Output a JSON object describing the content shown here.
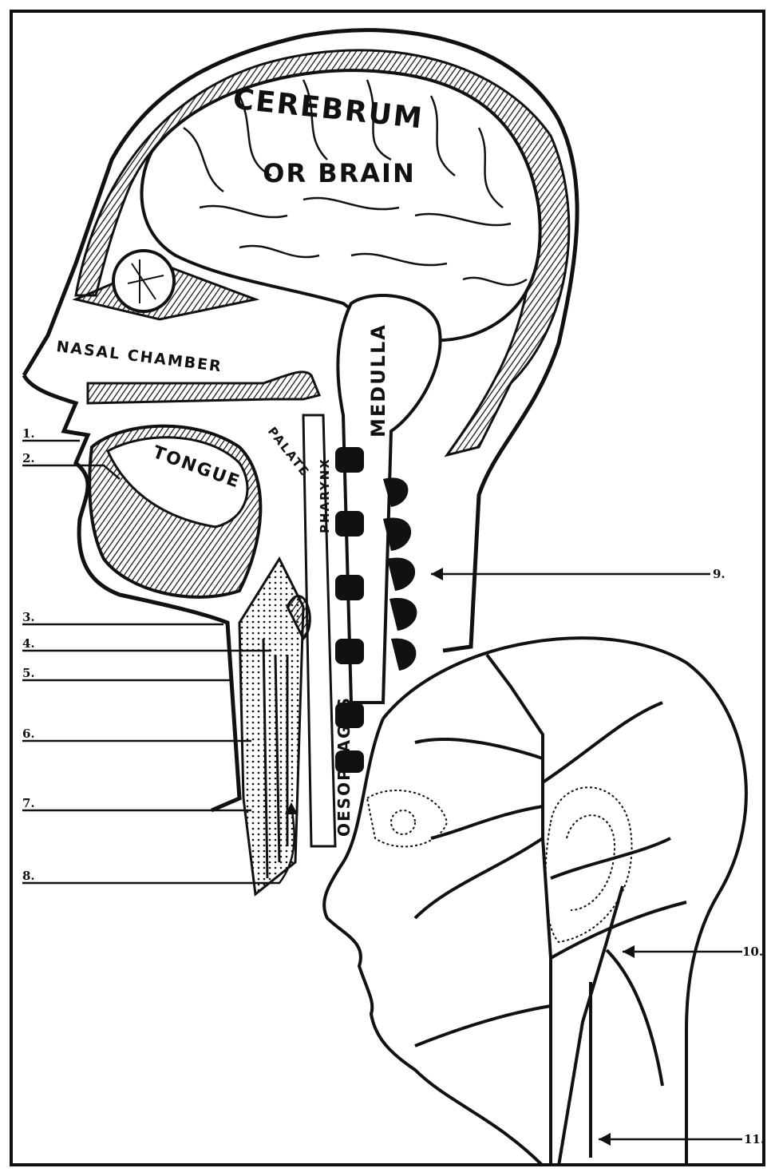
{
  "colors": {
    "ink": "#111111",
    "paper": "#ffffff"
  },
  "labels": {
    "cerebrum": "CEREBRUM",
    "or_brain": "OR BRAIN",
    "nasal_chamber": "NASAL CHAMBER",
    "tongue": "TONGUE",
    "palate": "PALATE",
    "pharynx": "PHARYNX",
    "medulla": "MEDULLA",
    "oesophagus": "OESOPHAGUS"
  },
  "callouts": [
    "1.",
    "2.",
    "3.",
    "4.",
    "5.",
    "6.",
    "7.",
    "8.",
    "9.",
    "10.",
    "11."
  ]
}
